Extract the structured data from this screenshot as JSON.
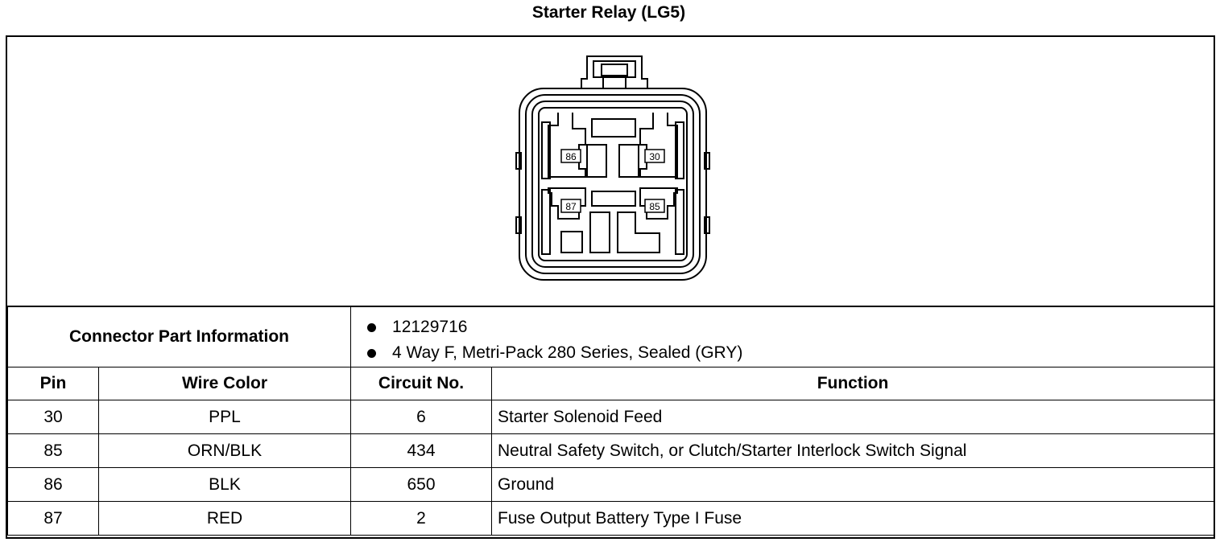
{
  "title": "Starter Relay (LG5)",
  "connector": {
    "pins": [
      {
        "id": "pin-86",
        "label": "86"
      },
      {
        "id": "pin-30",
        "label": "30"
      },
      {
        "id": "pin-87",
        "label": "87"
      },
      {
        "id": "pin-85",
        "label": "85"
      }
    ]
  },
  "part_info": {
    "label": "Connector Part Information",
    "items": [
      "12129716",
      "4 Way F, Metri-Pack 280 Series, Sealed (GRY)"
    ]
  },
  "table": {
    "headers": [
      "Pin",
      "Wire Color",
      "Circuit No.",
      "Function"
    ],
    "rows": [
      {
        "pin": "30",
        "wire_color": "PPL",
        "circuit": "6",
        "function": "Starter Solenoid Feed"
      },
      {
        "pin": "85",
        "wire_color": "ORN/BLK",
        "circuit": "434",
        "function": "Neutral Safety Switch, or Clutch/Starter Interlock Switch Signal"
      },
      {
        "pin": "86",
        "wire_color": "BLK",
        "circuit": "650",
        "function": "Ground"
      },
      {
        "pin": "87",
        "wire_color": "RED",
        "circuit": "2",
        "function": "Fuse Output Battery Type I Fuse"
      }
    ]
  }
}
